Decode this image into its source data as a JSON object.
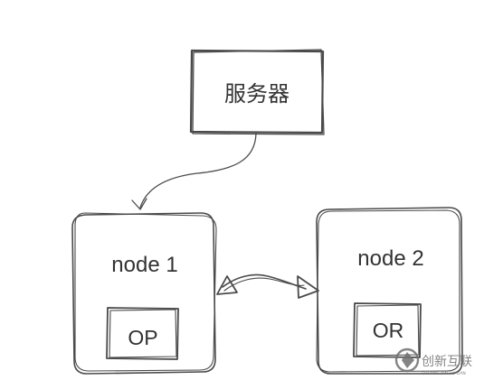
{
  "server": {
    "label": "服务器"
  },
  "node1": {
    "label": "node 1",
    "inner_label": "OP"
  },
  "node2": {
    "label": "node 2",
    "inner_label": "OR"
  },
  "watermark": {
    "logo": "创新互联",
    "sub": "CHUANG XIN HU LIAN"
  }
}
